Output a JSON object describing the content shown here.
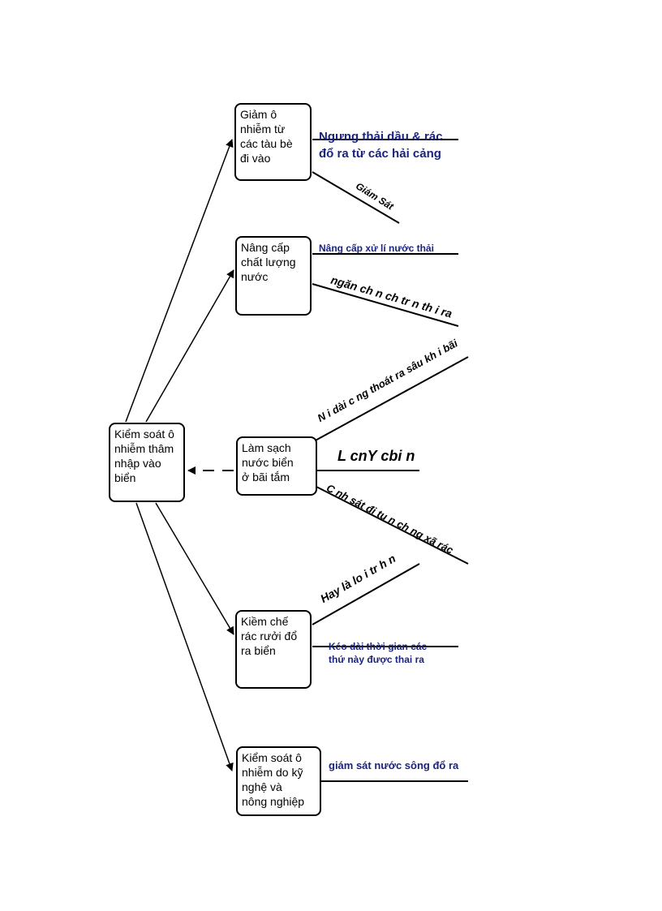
{
  "diagram": {
    "center_node": "Kiểm soát ô\nnhiễm thâm\nnhập vào\nbiển",
    "nodes": [
      "Giảm ô\nnhiễm từ\ncác tàu bè\nđi vào",
      "Nâng cấp\nchất lượng\n nước",
      "Làm sạch\nnước biển\nở bãi tắm",
      "Kiềm chế\nrác rưởi đổ\nra biển",
      "Kiểm soát ô\nnhiễm do kỹ\nnghệ và\nnông nghiệp"
    ],
    "branches": {
      "ships_top_line1": "Ngưng thải dầu & rác",
      "ships_top_line2": "đổ ra từ các hải cảng",
      "ships_slant": "Giám Sát",
      "water_top": "Nâng cấp xử lí nước thải",
      "water_slant": "ngăn ch n ch tr n th i ra",
      "beach_upper": "N i dài c ng thoát ra sâu kh i bãi",
      "beach_middle": "L cnY cbi n",
      "beach_lower": "C nh sát đi tu n ch ng xã rác",
      "trash_upper": "Hay là lo i tr h n",
      "trash_lower_line1": "Kéo dài thời gian các",
      "trash_lower_line2": "thứ này được thai ra",
      "industry": "giám sát nước sông đổ ra"
    }
  }
}
